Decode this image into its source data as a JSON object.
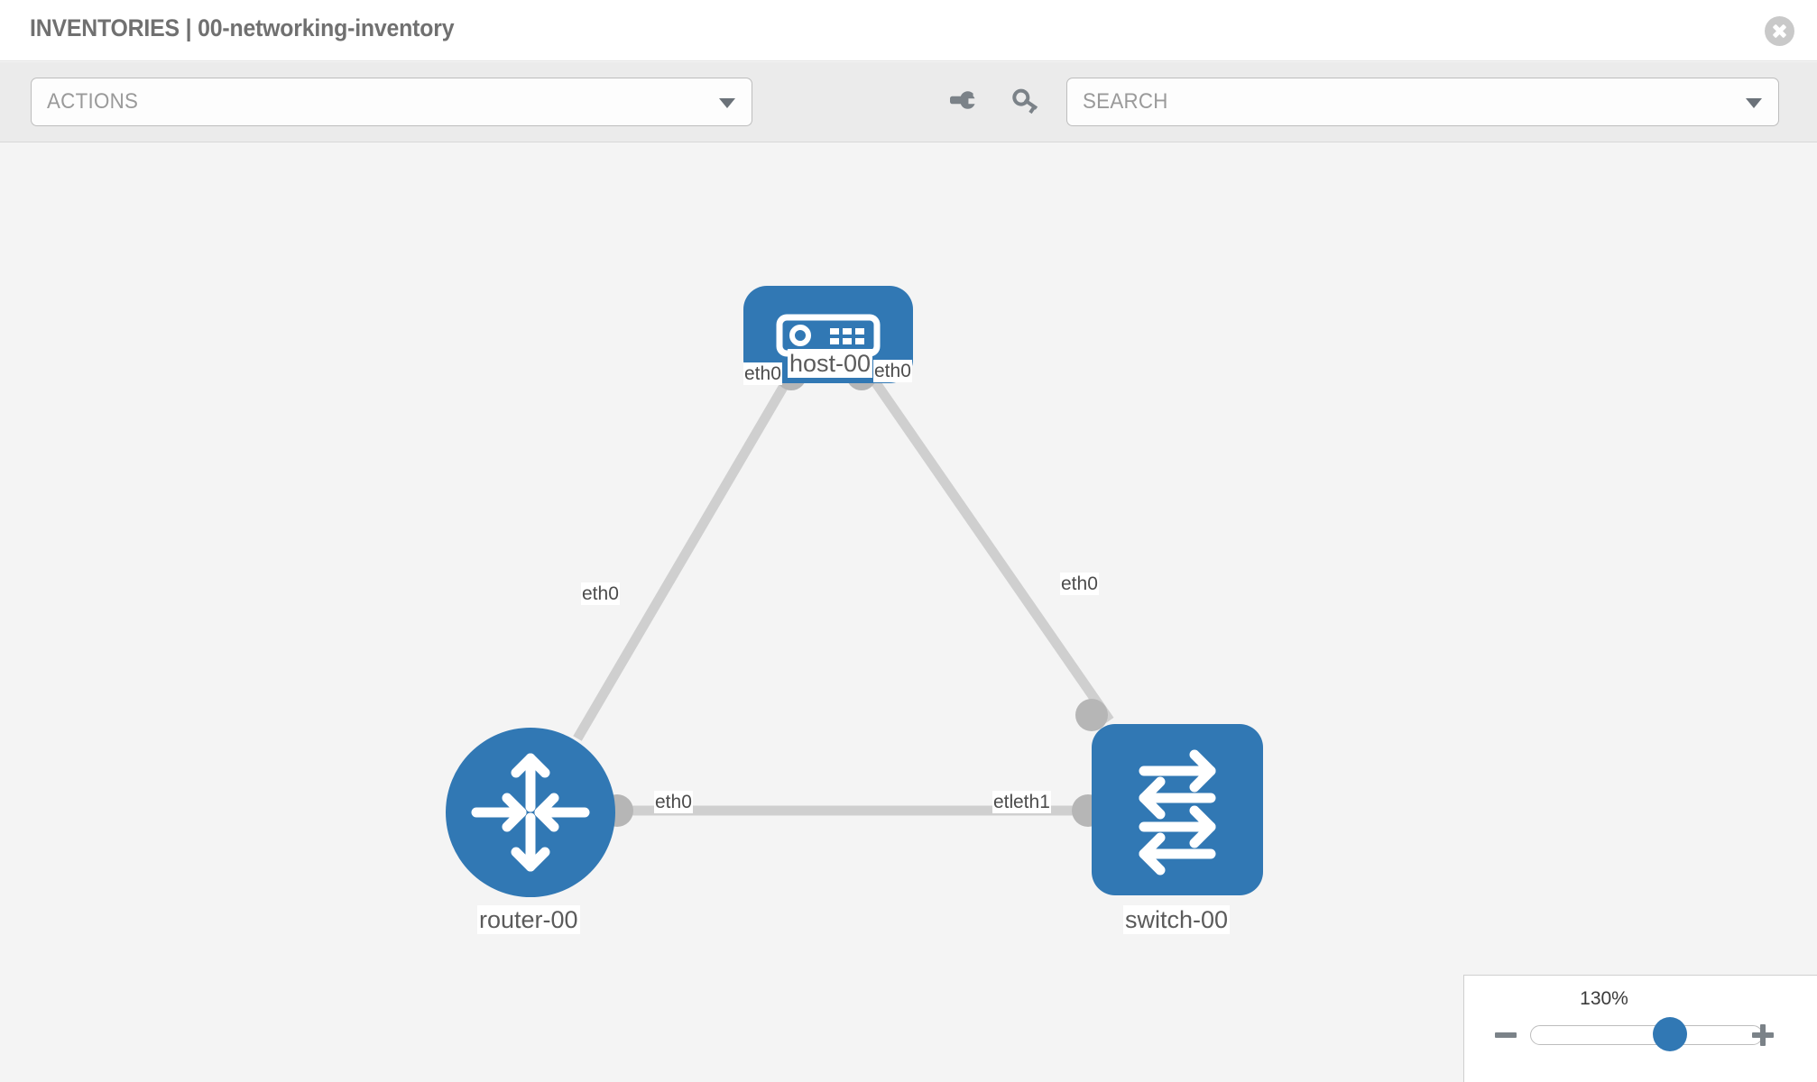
{
  "header": {
    "title": "INVENTORIES | 00-networking-inventory",
    "close_icon": "close-circle-icon"
  },
  "toolbar": {
    "actions_label": "ACTIONS",
    "actions_caret": "chevron-down-icon",
    "wrench_icon": "wrench-icon",
    "key_icon": "key-icon",
    "search_placeholder": "SEARCH",
    "search_caret": "chevron-down-icon"
  },
  "topology": {
    "nodes": [
      {
        "id": "host-00",
        "label": "host-00",
        "type": "host",
        "icon": "server-icon"
      },
      {
        "id": "router-00",
        "label": "router-00",
        "type": "router",
        "icon": "router-arrows-icon"
      },
      {
        "id": "switch-00",
        "label": "switch-00",
        "type": "switch",
        "icon": "switch-arrows-icon"
      }
    ],
    "interface_labels": {
      "host_left": "eth0",
      "host_right": "eth0",
      "router_uplink": "eth0",
      "switch_uplink": "eth0",
      "router_right": "eth0",
      "switch_left_hidden": "eth0",
      "switch_left": "eth1"
    },
    "links": [
      {
        "from": "router-00",
        "from_iface": "eth0",
        "to": "host-00",
        "to_iface": "eth0"
      },
      {
        "from": "host-00",
        "from_iface": "eth0",
        "to": "switch-00",
        "to_iface": "eth0"
      },
      {
        "from": "router-00",
        "from_iface": "eth0",
        "to": "switch-00",
        "to_iface": "eth1"
      }
    ]
  },
  "zoom_control": {
    "percent": "130%",
    "minus_label": "zoom-out",
    "plus_label": "zoom-in",
    "slider_value": 62
  },
  "colors": {
    "node_blue": "#3178b4",
    "edge_gray": "#cfcfcf",
    "connector_gray": "#b6b6b6",
    "canvas_bg": "#f4f4f4",
    "toolbar_bg": "#ebebeb",
    "title_gray": "#707070"
  }
}
